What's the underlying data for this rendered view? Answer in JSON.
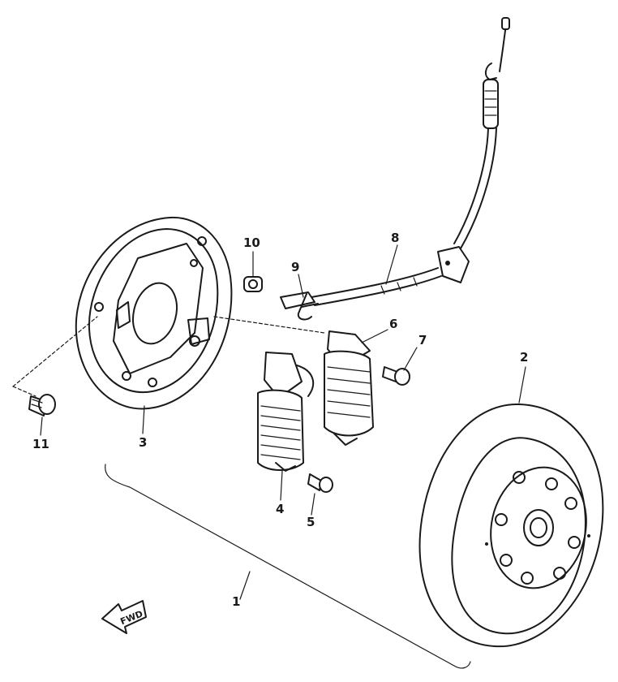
{
  "diagram": {
    "callouts": [
      {
        "id": "1",
        "label": "1"
      },
      {
        "id": "2",
        "label": "2"
      },
      {
        "id": "3",
        "label": "3"
      },
      {
        "id": "4",
        "label": "4"
      },
      {
        "id": "5",
        "label": "5"
      },
      {
        "id": "6",
        "label": "6"
      },
      {
        "id": "7",
        "label": "7"
      },
      {
        "id": "8",
        "label": "8"
      },
      {
        "id": "9",
        "label": "9"
      },
      {
        "id": "10",
        "label": "10"
      },
      {
        "id": "11",
        "label": "11"
      }
    ],
    "direction_marker": "FWD"
  },
  "colors": {
    "ink": "#1a1a1a",
    "paper": "#ffffff"
  }
}
